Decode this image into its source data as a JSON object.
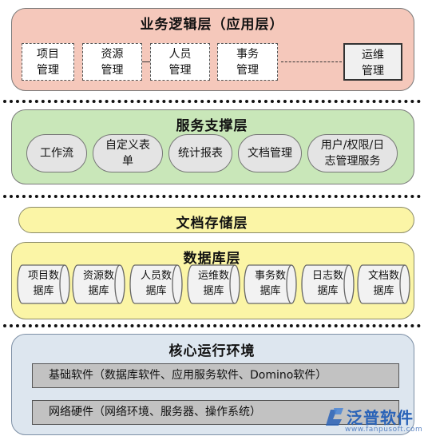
{
  "business_layer": {
    "title": "业务逻辑层（应用层）",
    "modules": [
      "项目\n管理",
      "资源\n管理",
      "人员\n管理",
      "事务\n管理",
      "运维\n管理"
    ]
  },
  "service_layer": {
    "title": "服务支撑层",
    "items": [
      "工作流",
      "自定义表\n单",
      "统计报表",
      "文档管理",
      "用户/权限/日\n志管理服务"
    ]
  },
  "document_layer": {
    "title": "文档存储层"
  },
  "database_layer": {
    "title": "数据库层",
    "databases": [
      "项目数\n据库",
      "资源数\n据库",
      "人员数\n据库",
      "运维数\n据库",
      "事务数\n据库",
      "日志数\n据库",
      "文档数\n据库"
    ]
  },
  "core_layer": {
    "title": "核心运行环境",
    "bars": [
      "基础软件（数据库软件、应用服务软件、Domino软件）",
      "网络硬件（网络环境、服务器、操作系统）"
    ]
  },
  "watermark": {
    "text": "泛普软件",
    "url": "www.fanpusoft.com",
    "icon": "fanpu-logo-icon"
  },
  "colors": {
    "business": "#f5c8bb",
    "service": "#c9e7b9",
    "storage": "#fbf5a6",
    "core": "#dde6ef",
    "bar": "#c2c2c2",
    "pill": "#e4e4e4",
    "watermark": "#2a63b8"
  }
}
